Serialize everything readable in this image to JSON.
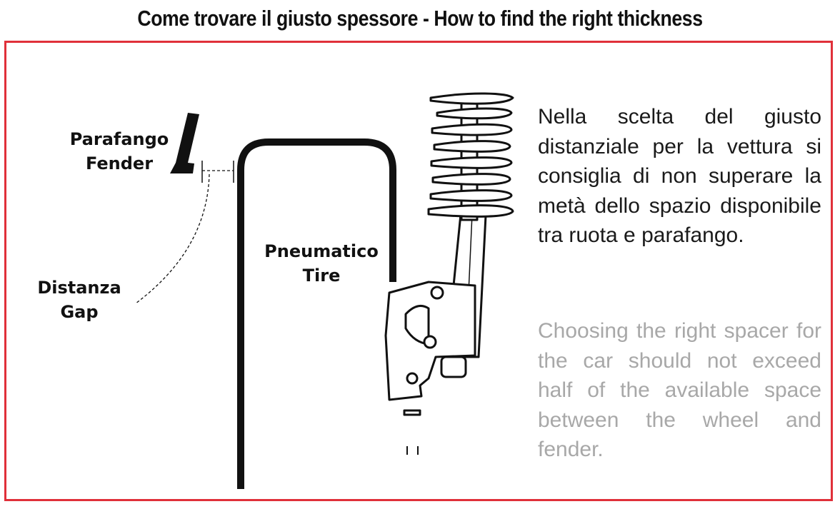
{
  "title": "Come trovare il giusto spessore - How to find the right thickness",
  "labels": {
    "fender_it": "Parafango",
    "fender_en": "Fender",
    "tire_it": "Pneumatico",
    "tire_en": "Tire",
    "gap_it": "Distanza",
    "gap_en": "Gap"
  },
  "text": {
    "italian": "Nella scelta del giusto distanziale per la vettura si consiglia di non superare la metà dello spazio disponibile tra ruota e parafango.",
    "english": "Choosing the right spacer for the car should not exceed half of the available space between the wheel and fender."
  },
  "colors": {
    "frame": "#e0303a",
    "ink": "#111111",
    "english_text": "#a8a8a8"
  },
  "icons": {
    "fender": "fender-icon",
    "tire": "tire-outline-icon",
    "suspension": "coilover-strut-icon"
  }
}
